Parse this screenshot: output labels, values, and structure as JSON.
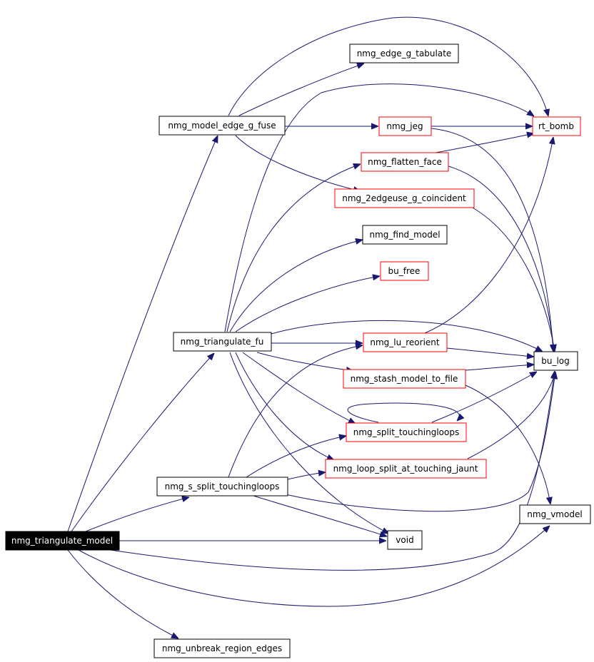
{
  "colors": {
    "edge": "#191970",
    "red_border": "#ff0000",
    "black_border": "#000000",
    "root_fill": "#000000",
    "root_text": "#ffffff"
  },
  "nodes": {
    "nmg_triangulate_model": "nmg_triangulate_model",
    "nmg_model_edge_g_fuse": "nmg_model_edge_g_fuse",
    "nmg_edge_g_tabulate": "nmg_edge_g_tabulate",
    "rt_bomb": "rt_bomb",
    "nmg_jeg": "nmg_jeg",
    "nmg_flatten_face": "nmg_flatten_face",
    "nmg_2edgeuse_g_coincident": "nmg_2edgeuse_g_coincident",
    "nmg_find_model": "nmg_find_model",
    "bu_free": "bu_free",
    "nmg_triangulate_fu": "nmg_triangulate_fu",
    "nmg_lu_reorient": "nmg_lu_reorient",
    "bu_log": "bu_log",
    "nmg_stash_model_to_file": "nmg_stash_model_to_file",
    "nmg_split_touchingloops": "nmg_split_touchingloops",
    "nmg_loop_split_at_touching_jaunt": "nmg_loop_split_at_touching_jaunt",
    "nmg_s_split_touchingloops": "nmg_s_split_touchingloops",
    "nmg_vmodel": "nmg_vmodel",
    "void": "void",
    "nmg_unbreak_region_edges": "nmg_unbreak_region_edges"
  }
}
